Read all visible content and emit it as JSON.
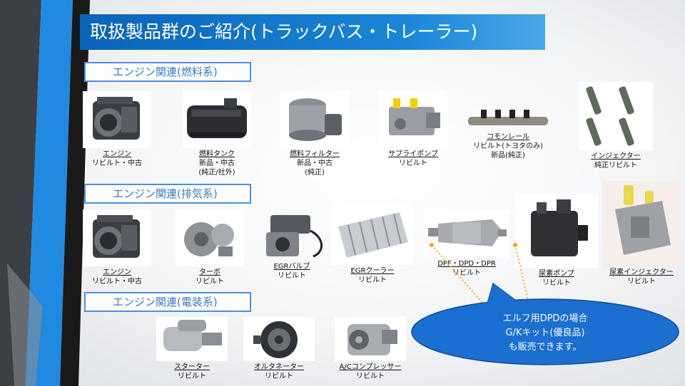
{
  "title": "取扱製品群のご紹介(トラックバス・トレーラー)",
  "sections": {
    "fuel": "エンジン関連(燃料系)",
    "exhaust": "エンジン関連(排気系)",
    "electric": "エンジン関連(電装系)"
  },
  "products": {
    "engine1": {
      "name": "エンジン",
      "lines": [
        "リビルト・中古"
      ]
    },
    "fuel_tank": {
      "name": "燃料タンク",
      "lines": [
        "新品・中古",
        "(純正/社外)"
      ]
    },
    "fuel_filter": {
      "name": "燃料フィルター",
      "lines": [
        "新品・中古",
        "(純正)"
      ]
    },
    "supply_pump": {
      "name": "サプライポンプ",
      "lines": [
        "リビルト"
      ]
    },
    "common_rail": {
      "name": "コモンレール",
      "lines": [
        "リビルト(トヨタのみ)",
        "新品(純正)"
      ]
    },
    "injector": {
      "name": "インジェクター",
      "lines": [
        "純正リビルト"
      ]
    },
    "engine2": {
      "name": "エンジン",
      "lines": [
        "リビルト・中古"
      ]
    },
    "turbo": {
      "name": "ターボ",
      "lines": [
        "リビルト"
      ]
    },
    "egr_valve": {
      "name": "EGRバルブ",
      "lines": [
        "リビルト"
      ]
    },
    "egr_cooler": {
      "name": "EGRクーラー",
      "lines": [
        "リビルト"
      ]
    },
    "dpf": {
      "name": "DPF・DPD・DPR",
      "lines": [
        "リビルト"
      ]
    },
    "urea_pump": {
      "name": "尿素ポンプ",
      "lines": [
        "リビルト"
      ]
    },
    "urea_injector": {
      "name": "尿素インジェクター",
      "lines": [
        "リビルト"
      ]
    },
    "starter": {
      "name": "スターター",
      "lines": [
        "リビルト"
      ]
    },
    "alternator": {
      "name": "オルタネーター",
      "lines": [
        "リビルト"
      ]
    },
    "ac_compressor": {
      "name": "A/Cコンプレッサー",
      "lines": [
        "リビルト"
      ]
    }
  },
  "callout": [
    "エルフ用DPDの場合",
    "G/Kキット(優良品)",
    "も販売できます。"
  ],
  "colors": {
    "title_bar": "#0a64b8",
    "section_border": "#4d8fd6",
    "callout_fill": "#1a6fd0",
    "pointer": "#f5a623"
  }
}
